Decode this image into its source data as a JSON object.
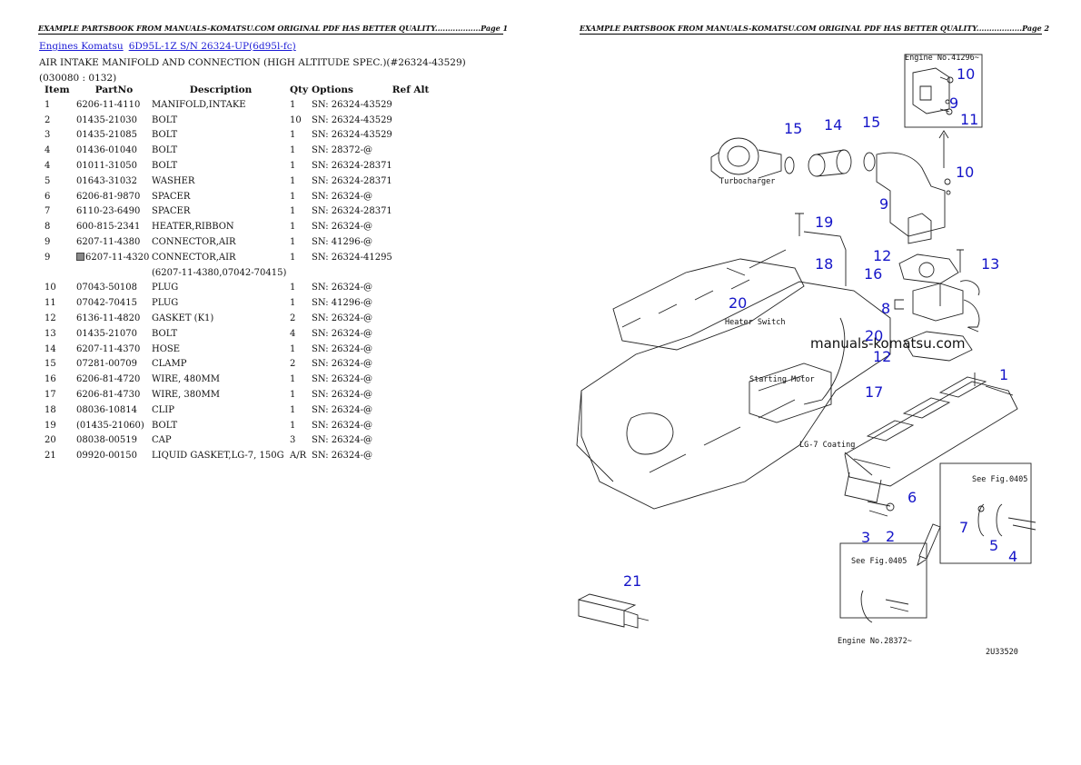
{
  "page1": {
    "header": "EXAMPLE PARTSBOOK FROM MANUALS-KOMATSU.COM ORIGINAL PDF HAS BETTER QUALITY..................Page 1",
    "breadcrumb": [
      "Engines Komatsu",
      "6D95L-1Z S/N 26324-UP(6d95l-fc)"
    ],
    "title": "AIR INTAKE MANIFOLD AND CONNECTION (HIGH ALTITUDE SPEC.)(#26324-43529)(030080 : 0132)",
    "columns": [
      "Item",
      "PartNo",
      "Description",
      "Qty",
      "Options",
      "Ref Alt"
    ],
    "rows": [
      {
        "item": "1",
        "part": "6206-11-4110",
        "desc": "MANIFOLD,INTAKE",
        "qty": "1",
        "opt": "SN: 26324-43529",
        "ref": ""
      },
      {
        "item": "2",
        "part": "01435-21030",
        "desc": "BOLT",
        "qty": "10",
        "opt": "SN: 26324-43529",
        "ref": ""
      },
      {
        "item": "3",
        "part": "01435-21085",
        "desc": "BOLT",
        "qty": "1",
        "opt": "SN: 26324-43529",
        "ref": ""
      },
      {
        "item": "4",
        "part": "01436-01040",
        "desc": "BOLT",
        "qty": "1",
        "opt": "SN: 28372-@",
        "ref": ""
      },
      {
        "item": "4",
        "part": "01011-31050",
        "desc": "BOLT",
        "qty": "1",
        "opt": "SN: 26324-28371",
        "ref": ""
      },
      {
        "item": "5",
        "part": "01643-31032",
        "desc": "WASHER",
        "qty": "1",
        "opt": "SN: 26324-28371",
        "ref": ""
      },
      {
        "item": "6",
        "part": "6206-81-9870",
        "desc": "SPACER",
        "qty": "1",
        "opt": "SN: 26324-@",
        "ref": ""
      },
      {
        "item": "7",
        "part": "6110-23-6490",
        "desc": "SPACER",
        "qty": "1",
        "opt": "SN: 26324-28371",
        "ref": ""
      },
      {
        "item": "8",
        "part": "600-815-2341",
        "desc": "HEATER,RIBBON",
        "qty": "1",
        "opt": "SN: 26324-@",
        "ref": ""
      },
      {
        "item": "9",
        "part": "6207-11-4380",
        "desc": "CONNECTOR,AIR",
        "qty": "1",
        "opt": "SN: 41296-@",
        "ref": ""
      },
      {
        "item": "9",
        "part": "6207-11-4320",
        "desc": "CONNECTOR,AIR",
        "qty": "1",
        "opt": "SN: 26324-41295",
        "ref": "",
        "marker": true
      },
      {
        "item": "",
        "part": "",
        "desc": "(6207-11-4380,07042-70415)",
        "qty": "",
        "opt": "",
        "ref": ""
      },
      {
        "item": "10",
        "part": "07043-50108",
        "desc": "PLUG",
        "qty": "1",
        "opt": "SN: 26324-@",
        "ref": ""
      },
      {
        "item": "11",
        "part": "07042-70415",
        "desc": "PLUG",
        "qty": "1",
        "opt": "SN: 41296-@",
        "ref": ""
      },
      {
        "item": "12",
        "part": "6136-11-4820",
        "desc": "GASKET (K1)",
        "qty": "2",
        "opt": "SN: 26324-@",
        "ref": ""
      },
      {
        "item": "13",
        "part": "01435-21070",
        "desc": "BOLT",
        "qty": "4",
        "opt": "SN: 26324-@",
        "ref": ""
      },
      {
        "item": "14",
        "part": "6207-11-4370",
        "desc": "HOSE",
        "qty": "1",
        "opt": "SN: 26324-@",
        "ref": ""
      },
      {
        "item": "15",
        "part": "07281-00709",
        "desc": "CLAMP",
        "qty": "2",
        "opt": "SN: 26324-@",
        "ref": ""
      },
      {
        "item": "16",
        "part": "6206-81-4720",
        "desc": "WIRE, 480MM",
        "qty": "1",
        "opt": "SN: 26324-@",
        "ref": ""
      },
      {
        "item": "17",
        "part": "6206-81-4730",
        "desc": "WIRE, 380MM",
        "qty": "1",
        "opt": "SN: 26324-@",
        "ref": ""
      },
      {
        "item": "18",
        "part": "08036-10814",
        "desc": "CLIP",
        "qty": "1",
        "opt": "SN: 26324-@",
        "ref": ""
      },
      {
        "item": "19",
        "part": "(01435-21060)",
        "desc": "BOLT",
        "qty": "1",
        "opt": "SN: 26324-@",
        "ref": ""
      },
      {
        "item": "20",
        "part": "08038-00519",
        "desc": "CAP",
        "qty": "3",
        "opt": "SN: 26324-@",
        "ref": ""
      },
      {
        "item": "21",
        "part": "09920-00150",
        "desc": "LIQUID GASKET,LG-7, 150G",
        "qty": "A/R",
        "opt": "SN: 26324-@",
        "ref": ""
      }
    ]
  },
  "page2": {
    "header": "EXAMPLE PARTSBOOK FROM MANUALS-KOMATSU.COM ORIGINAL PDF HAS BETTER QUALITY..................Page 2",
    "watermark": "manuals-komatsu.com",
    "callouts": [
      "10",
      "9",
      "11",
      "15",
      "14",
      "15",
      "10",
      "9",
      "19",
      "12",
      "13",
      "18",
      "16",
      "20",
      "8",
      "20",
      "12",
      "1",
      "17",
      "6",
      "7",
      "3",
      "2",
      "5",
      "4",
      "21"
    ],
    "labels": {
      "engine_41296": "Engine No.41296~",
      "turbo": "Turbocharger",
      "heater_switch": "Heater Switch",
      "starting_motor": "Starting Motor",
      "coating": "LG-7 Coating",
      "see_fig_a": "See Fig.0405",
      "see_fig_b": "See Fig.0405",
      "engine_28372": "Engine No.28372~",
      "drawing_no": "2U33520"
    }
  }
}
